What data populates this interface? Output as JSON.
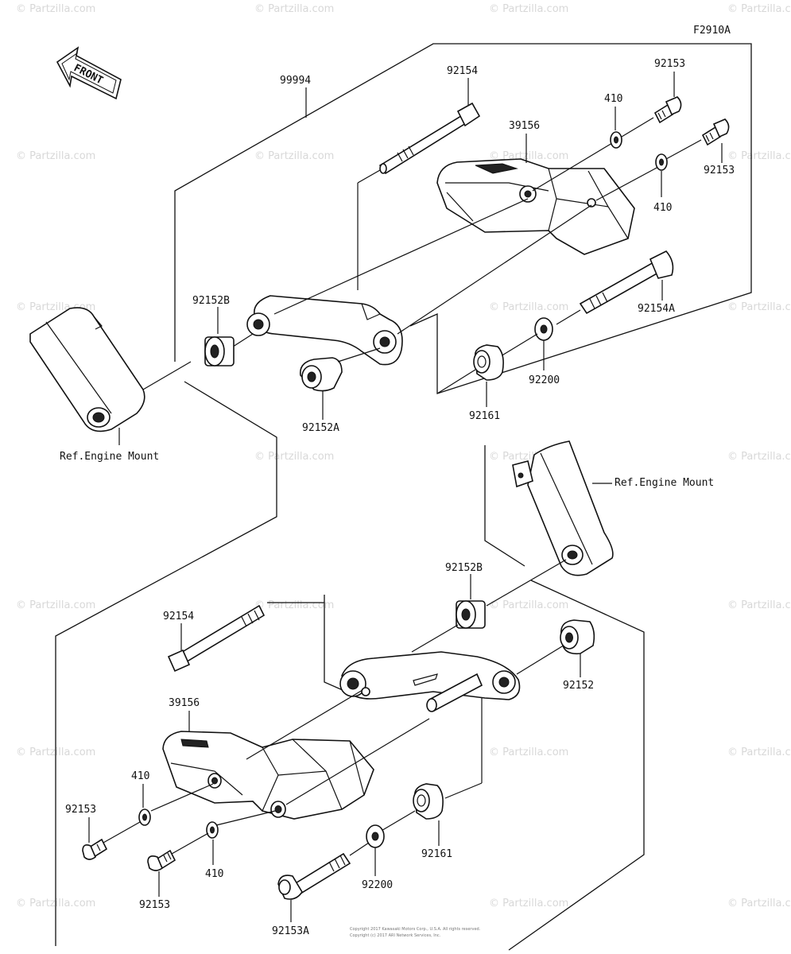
{
  "diagram_code": "F2910A",
  "front_label": "FRONT",
  "ref_label": "Ref.Engine Mount",
  "watermark": "© Partzilla.com",
  "copyright_lines": [
    "Copyright 2017 Kawasaki Motors Corp., U.S.A. All rights reserved.",
    "Copyright (c) 2017 ARI Network Services, Inc."
  ],
  "upper_labels": {
    "kit": "99994",
    "bolt_long": "92154",
    "bolt_small_top": "92153",
    "washer_top": "410",
    "slider": "39156",
    "bolt_small_right": "92153",
    "washer_right": "410",
    "spacer_b": "92152B",
    "bolt_a": "92154A",
    "spacer_a": "92152A",
    "washer_large": "92200",
    "collar": "92161"
  },
  "lower_labels": {
    "spacer_b": "92152B",
    "bolt_long": "92154",
    "slider": "39156",
    "spacer": "92152",
    "washer_left": "410",
    "bolt_small_left": "92153",
    "washer_mid": "410",
    "bolt_small_bottom": "92153",
    "collar": "92161",
    "washer_large": "92200",
    "bolt_a": "92153A"
  }
}
